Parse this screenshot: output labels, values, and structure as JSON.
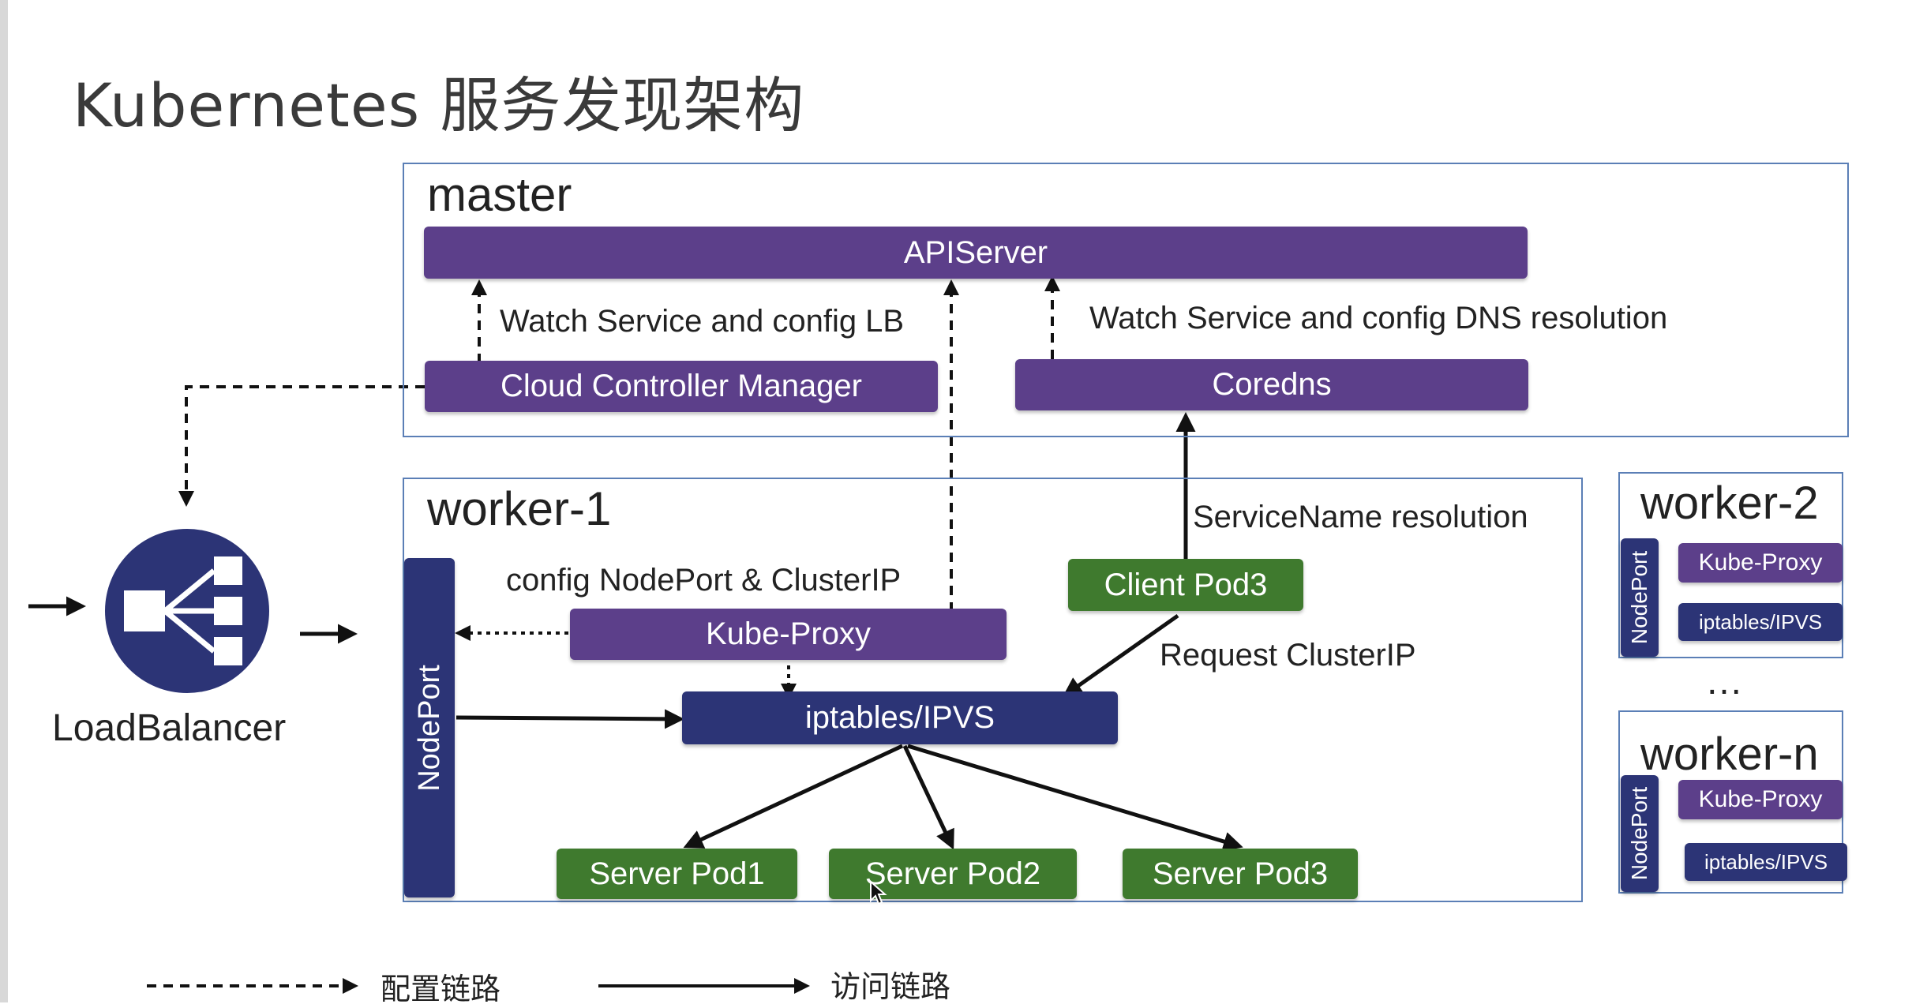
{
  "title": "Kubernetes 服务发现架构",
  "master": {
    "label": "master",
    "apiserver": "APIServer",
    "cloud_controller_manager": "Cloud Controller Manager",
    "coredns": "Coredns",
    "watch_lb_note": "Watch Service and config LB",
    "watch_dns_note": "Watch Service and config DNS resolution"
  },
  "load_balancer": {
    "label": "LoadBalancer"
  },
  "worker1": {
    "label": "worker-1",
    "nodeport": "NodePort",
    "kube_proxy": "Kube-Proxy",
    "iptables": "iptables/IPVS",
    "client_pod": "Client Pod3",
    "server_pods": [
      "Server Pod1",
      "Server Pod2",
      "Server Pod3"
    ],
    "config_note": "config NodePort & ClusterIP",
    "servicename_note": "ServiceName resolution",
    "request_note": "Request ClusterIP"
  },
  "worker2": {
    "label": "worker-2",
    "nodeport": "NodePort",
    "kube_proxy": "Kube-Proxy",
    "iptables": "iptables/IPVS"
  },
  "ellipsis": "…",
  "workern": {
    "label": "worker-n",
    "nodeport": "NodePort",
    "kube_proxy": "Kube-Proxy",
    "iptables": "iptables/IPVS"
  },
  "legend": {
    "config_link": "配置链路",
    "access_link": "访问链路"
  },
  "colors": {
    "purple": "#5c3f8a",
    "navy": "#2c3476",
    "green": "#3f7a2e",
    "frame": "#5b7fb6"
  }
}
